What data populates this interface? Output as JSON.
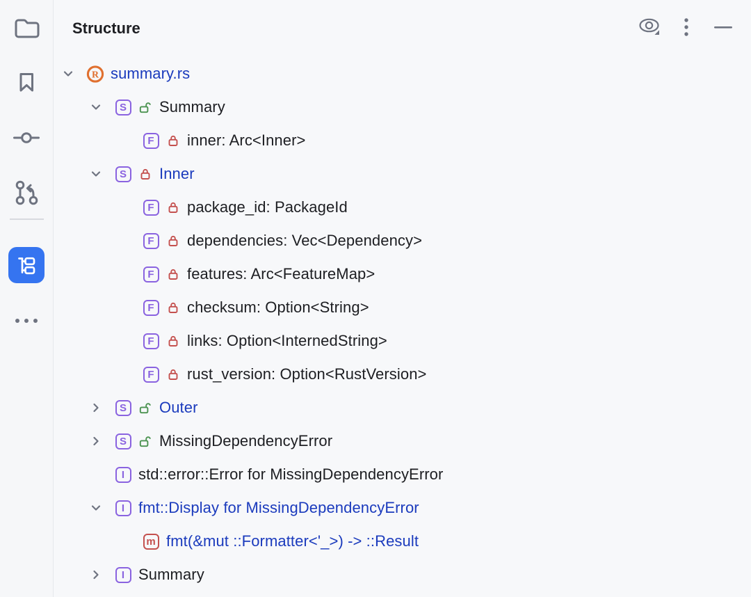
{
  "panel": {
    "title": "Structure",
    "toolbar": [
      {
        "name": "view-options",
        "icon": "eye-icon"
      },
      {
        "name": "options-menu",
        "icon": "kebab-icon"
      },
      {
        "name": "hide",
        "icon": "minimize-icon"
      }
    ]
  },
  "activity_bar": {
    "items": [
      {
        "name": "project",
        "icon": "folder-icon",
        "active": false
      },
      {
        "name": "bookmarks",
        "icon": "bookmark-icon",
        "active": false
      },
      {
        "name": "commit",
        "icon": "commit-icon",
        "active": false
      },
      {
        "name": "pull-requests",
        "icon": "pull-requests-icon",
        "active": false
      },
      {
        "name": "structure",
        "icon": "structure-icon",
        "active": true
      },
      {
        "name": "more",
        "icon": "more-icon",
        "active": false
      }
    ]
  },
  "tree": {
    "kinds": {
      "rust_file": {
        "letter": "R",
        "color": "#E0702F"
      },
      "struct": {
        "letter": "S",
        "color": "#8A63E0"
      },
      "field": {
        "letter": "F",
        "color": "#8A63E0"
      },
      "impl": {
        "letter": "I",
        "color": "#8A63E0"
      },
      "method": {
        "letter": "m",
        "color": "#C4504E"
      }
    },
    "items": [
      {
        "label": "summary.rs",
        "level": 0,
        "kind": "rust_file",
        "visibility": null,
        "expand": "down",
        "emph": "blue",
        "selected": true
      },
      {
        "label": "Summary",
        "level": 1,
        "kind": "struct",
        "visibility": "public",
        "expand": "down",
        "emph": "dark",
        "selected": false
      },
      {
        "label": "inner: Arc<Inner>",
        "level": 2,
        "kind": "field",
        "visibility": "private",
        "expand": null,
        "emph": "dark",
        "selected": false
      },
      {
        "label": "Inner",
        "level": 1,
        "kind": "struct",
        "visibility": "private",
        "expand": "down",
        "emph": "blue",
        "selected": false
      },
      {
        "label": "package_id: PackageId",
        "level": 2,
        "kind": "field",
        "visibility": "private",
        "expand": null,
        "emph": "dark",
        "selected": false
      },
      {
        "label": "dependencies: Vec<Dependency>",
        "level": 2,
        "kind": "field",
        "visibility": "private",
        "expand": null,
        "emph": "dark",
        "selected": false
      },
      {
        "label": "features: Arc<FeatureMap>",
        "level": 2,
        "kind": "field",
        "visibility": "private",
        "expand": null,
        "emph": "dark",
        "selected": false
      },
      {
        "label": "checksum: Option<String>",
        "level": 2,
        "kind": "field",
        "visibility": "private",
        "expand": null,
        "emph": "dark",
        "selected": false
      },
      {
        "label": "links: Option<InternedString>",
        "level": 2,
        "kind": "field",
        "visibility": "private",
        "expand": null,
        "emph": "dark",
        "selected": false
      },
      {
        "label": "rust_version: Option<RustVersion>",
        "level": 2,
        "kind": "field",
        "visibility": "private",
        "expand": null,
        "emph": "dark",
        "selected": false
      },
      {
        "label": "Outer",
        "level": 1,
        "kind": "struct",
        "visibility": "public",
        "expand": "right",
        "emph": "blue",
        "selected": false
      },
      {
        "label": "MissingDependencyError",
        "level": 1,
        "kind": "struct",
        "visibility": "public",
        "expand": "right",
        "emph": "dark",
        "selected": false
      },
      {
        "label": "std::error::Error for MissingDependencyError",
        "level": 1,
        "kind": "impl",
        "visibility": null,
        "expand": null,
        "emph": "dark",
        "selected": false
      },
      {
        "label": "fmt::Display for MissingDependencyError",
        "level": 1,
        "kind": "impl",
        "visibility": null,
        "expand": "down",
        "emph": "blue",
        "selected": false
      },
      {
        "label": "fmt(&mut ::Formatter<'_>) -> ::Result",
        "level": 2,
        "kind": "method",
        "visibility": null,
        "expand": null,
        "emph": "blue",
        "selected": false
      },
      {
        "label": "Summary",
        "level": 1,
        "kind": "impl",
        "visibility": null,
        "expand": "right",
        "emph": "dark",
        "selected": false
      }
    ]
  },
  "colors": {
    "accent_blue": "#3574F0",
    "selection": "#D5DCF8",
    "panel_bg": "#F7F8FA",
    "stripe_bg": "#F6F7F9",
    "border": "#E6E8EC",
    "icon_gray": "#6E7380",
    "text_dark": "#1D1E22",
    "text_blue": "#1B3BBD",
    "purple": "#8A63E0",
    "red": "#C4504E",
    "green": "#4C9351",
    "rust_orange": "#E0702F"
  }
}
